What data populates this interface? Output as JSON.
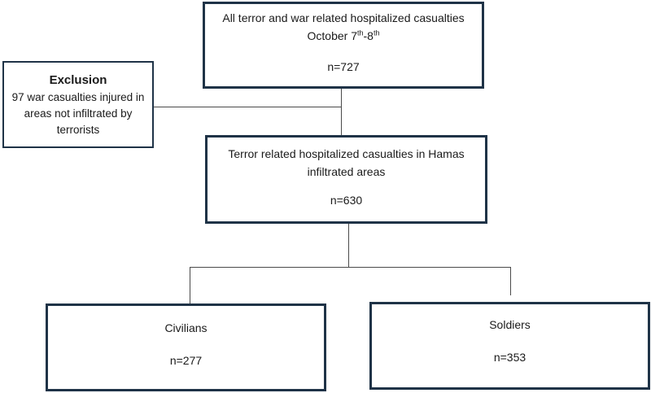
{
  "top_box": {
    "line1": "All terror and war related hospitalized casualties",
    "date_month": "October 7",
    "date_sup1": "th",
    "date_sep": "-8",
    "date_sup2": "th",
    "count": "n=727"
  },
  "exclusion_box": {
    "title": "Exclusion",
    "line1": "97 war casualties injured in",
    "line2": "areas not infiltrated by",
    "line3": "terrorists"
  },
  "middle_box": {
    "line1": "Terror related hospitalized casualties in Hamas",
    "line2": "infiltrated areas",
    "count": "n=630"
  },
  "civilians_box": {
    "label": "Civilians",
    "count": "n=277"
  },
  "soldiers_box": {
    "label": "Soldiers",
    "count": "n=353"
  }
}
